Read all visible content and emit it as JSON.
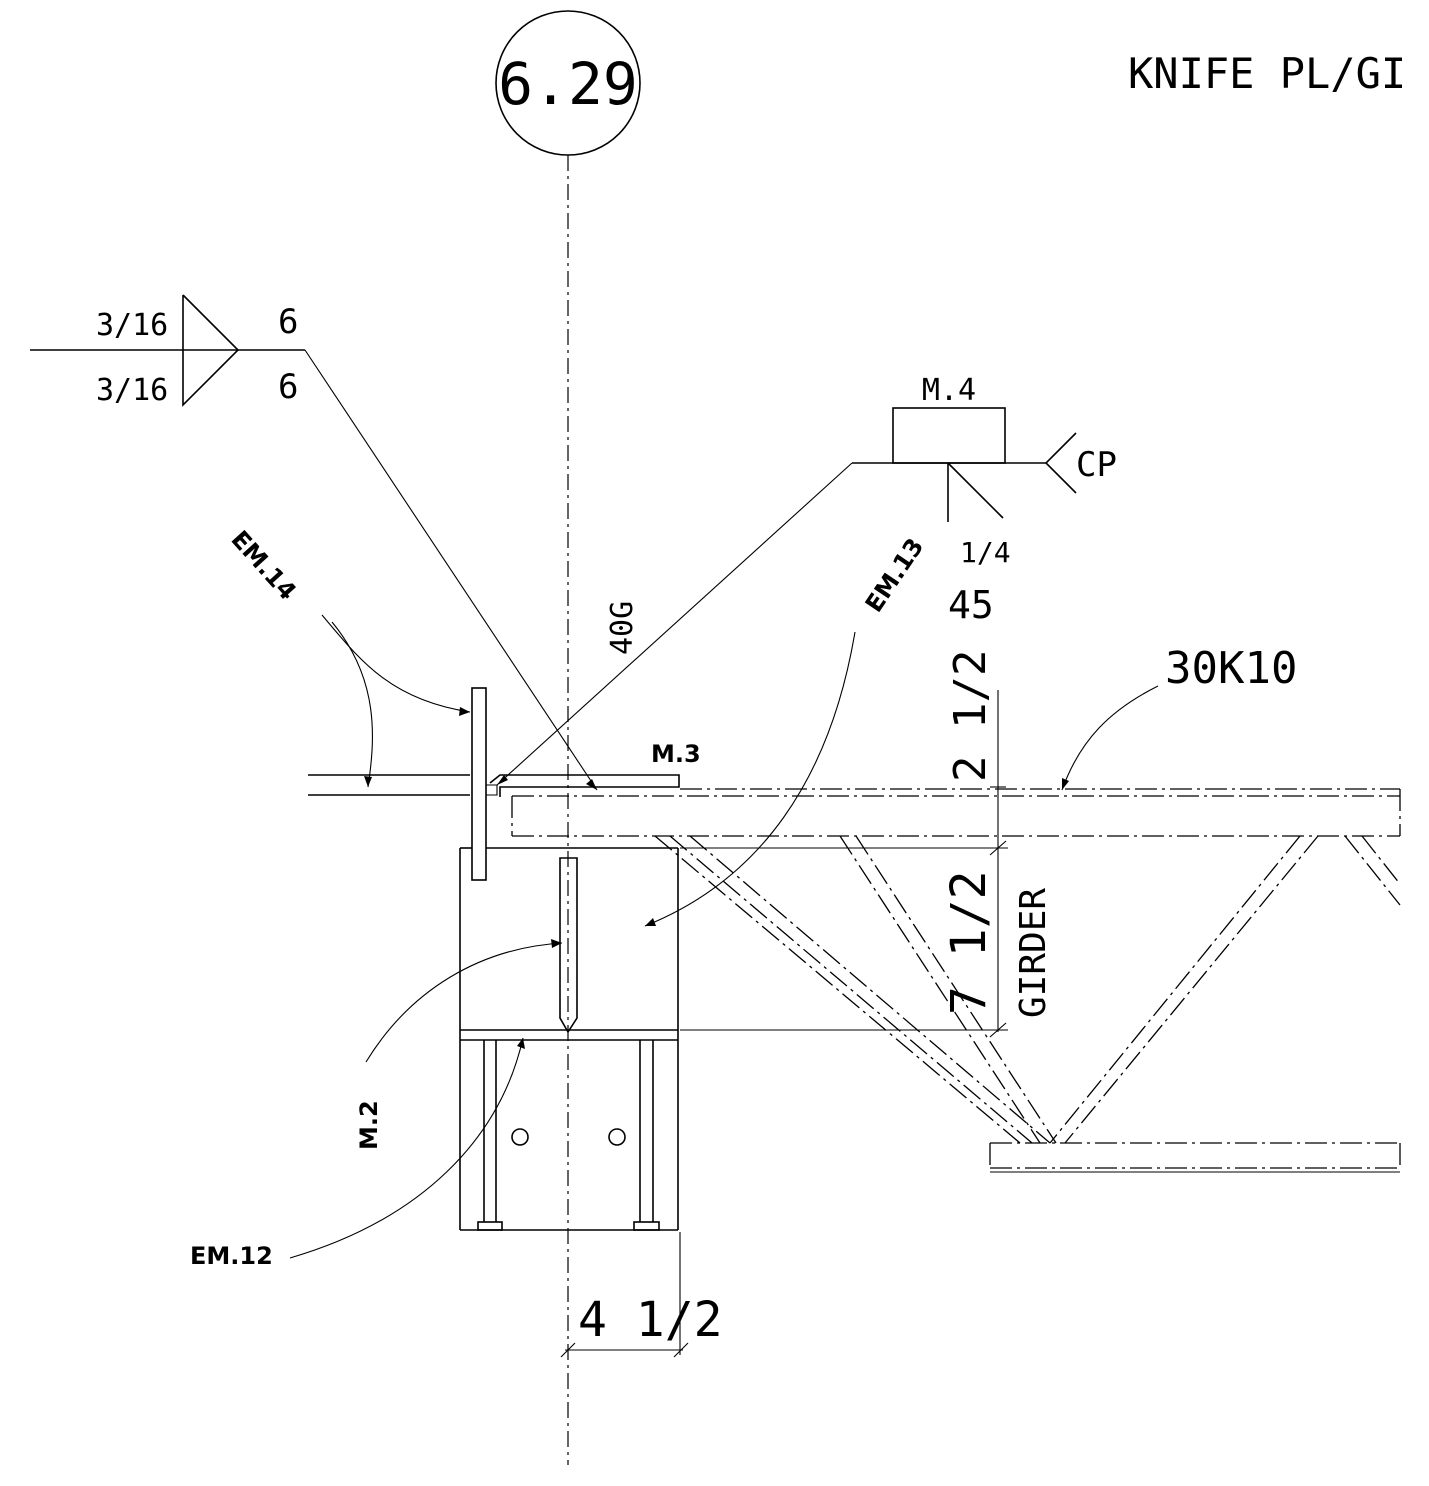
{
  "labels": {
    "grid_bubble": "6.29",
    "title": "KNIFE PL/GI",
    "weld_top_size": "3/16",
    "weld_bottom_size": "3/16",
    "weld_top_length": "6",
    "weld_bottom_length": "6",
    "mark_m4": "M.4",
    "weld_cp": "CP",
    "bevel_fraction": "1/4",
    "bevel_angle": "45",
    "gauge": "40G",
    "em14": "EM.14",
    "em13": "EM.13",
    "joist": "30K10",
    "m3": "M.3",
    "dim_seat": "2 1/2",
    "dim_depth": "7 1/2",
    "girder": "GIRDER",
    "m2": "M.2",
    "em12": "EM.12",
    "dim_offset": "4 1/2"
  }
}
